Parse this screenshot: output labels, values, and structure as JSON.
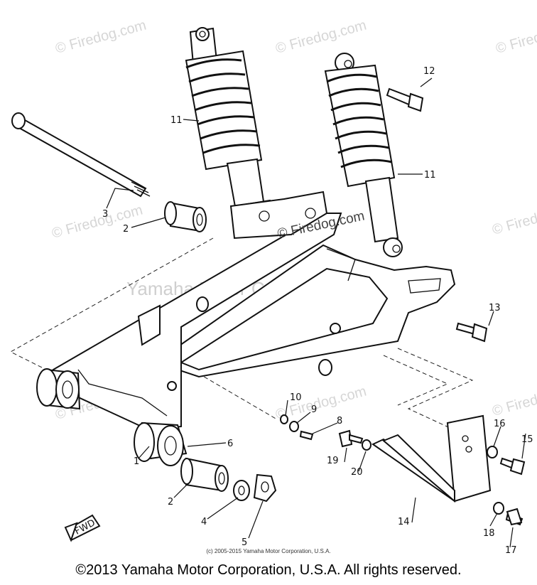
{
  "watermarks": {
    "firedog": "© Firedog.com",
    "center": "© Firedog.com",
    "yamaha": "Yamaha Motor Corp., U.S.A."
  },
  "fwd_label": "FWD",
  "callouts": [
    {
      "id": "1",
      "text": "1"
    },
    {
      "id": "2a",
      "text": "2"
    },
    {
      "id": "2b",
      "text": "2"
    },
    {
      "id": "3",
      "text": "3"
    },
    {
      "id": "4",
      "text": "4"
    },
    {
      "id": "5",
      "text": "5"
    },
    {
      "id": "6",
      "text": "6"
    },
    {
      "id": "8",
      "text": "8"
    },
    {
      "id": "9",
      "text": "9"
    },
    {
      "id": "10",
      "text": "10"
    },
    {
      "id": "11a",
      "text": "11"
    },
    {
      "id": "11b",
      "text": "11"
    },
    {
      "id": "12",
      "text": "12"
    },
    {
      "id": "13",
      "text": "13"
    },
    {
      "id": "14",
      "text": "14"
    },
    {
      "id": "15",
      "text": "15"
    },
    {
      "id": "16",
      "text": "16"
    },
    {
      "id": "17",
      "text": "17"
    },
    {
      "id": "18",
      "text": "18"
    },
    {
      "id": "19",
      "text": "19"
    },
    {
      "id": "20",
      "text": "20"
    }
  ],
  "footer": {
    "small_copyright": "(c) 2005-2015 Yamaha Motor Corporation, U.S.A.",
    "copyright": "©2013 Yamaha Motor Corporation, U.S.A. All rights reserved."
  }
}
